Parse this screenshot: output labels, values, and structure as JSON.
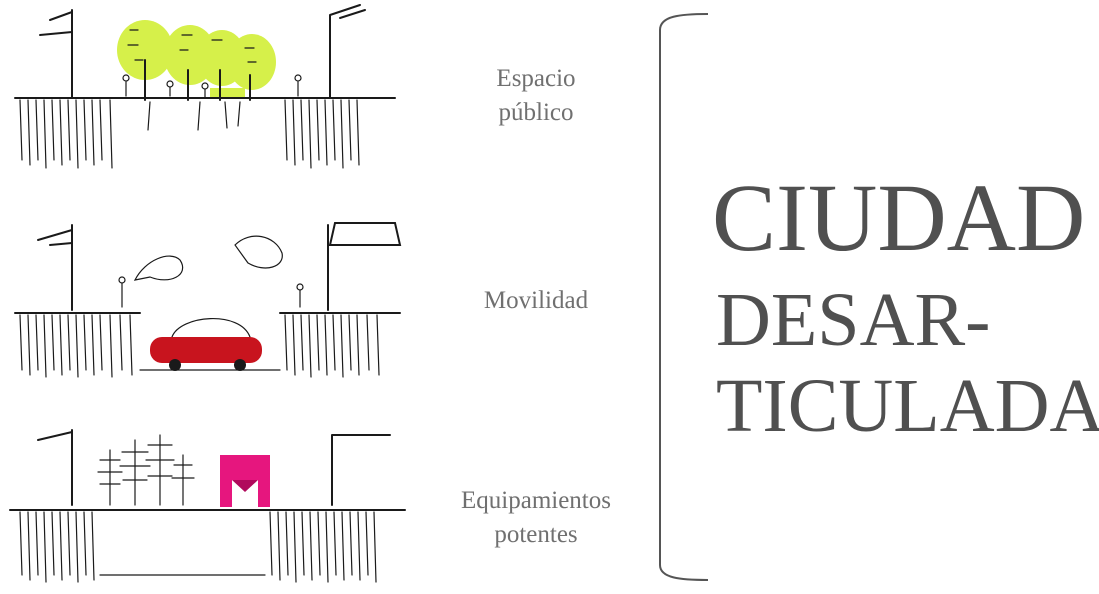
{
  "captions": {
    "espacio": "Espacio\npúblico",
    "movilidad": "Movilidad",
    "equipamientos": "Equipamientos\npotentes"
  },
  "title": {
    "line1": "CIUDAD",
    "line2": "DESAR-",
    "line3": "TICULADA"
  },
  "colors": {
    "tree_foliage": "#d6f04a",
    "car": "#c8141e",
    "building": "#e6167e",
    "caption_text": "#707070",
    "title_text": "#505050"
  }
}
